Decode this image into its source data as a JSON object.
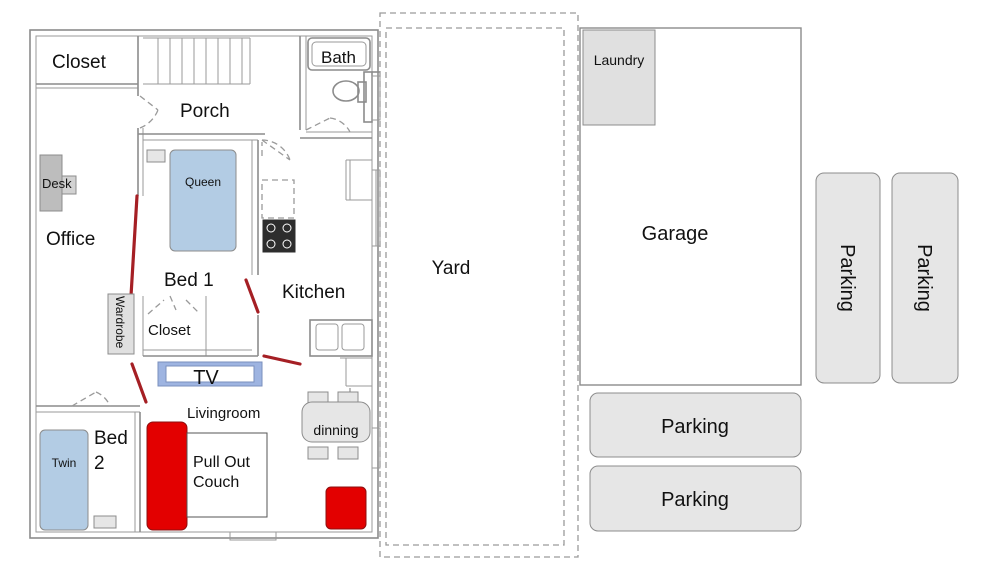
{
  "rooms": {
    "closet_top": "Closet",
    "porch": "Porch",
    "bath": "Bath",
    "office": "Office",
    "desk": "Desk",
    "queen": "Queen",
    "bed1": "Bed 1",
    "kitchen": "Kitchen",
    "wardrobe": "Wardrobe",
    "closet_bed1": "Closet",
    "tv": "TV",
    "livingroom": "Livingroom",
    "bed2_line1": "Bed",
    "bed2_line2": "2",
    "twin": "Twin",
    "couch_line1": "Pull Out",
    "couch_line2": "Couch",
    "dinning": "dinning",
    "yard": "Yard",
    "laundry": "Laundry",
    "garage": "Garage",
    "parking_1": "Parking",
    "parking_2": "Parking",
    "parking_3": "Parking",
    "parking_4": "Parking"
  },
  "colors": {
    "wall": "#8c8c8c",
    "accent_wall": "#a51f24",
    "bed_fill": "#b3cce4",
    "furniture_red": "#e30000",
    "tv_fill": "#9eb4e1",
    "parking_fill": "#e6e6e6",
    "laundry_fill": "#e0e0e0"
  }
}
